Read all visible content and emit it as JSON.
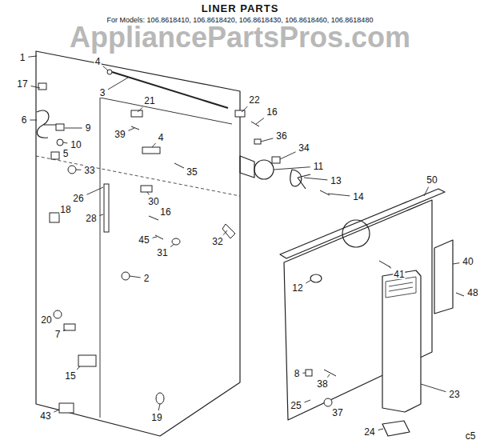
{
  "diagram": {
    "title": "LINER PARTS",
    "labels": [
      "For Models: 106.8618410, 106.8618420, 106.8618430, 106.8618460, 106.8618480",
      "AppliancePartsPros.com",
      "1",
      "17",
      "4",
      "3",
      "6",
      "9",
      "10",
      "39",
      "21",
      "22",
      "16",
      "36",
      "34",
      "11",
      "13",
      "14",
      "50",
      "5",
      "33",
      "4",
      "35",
      "26",
      "18",
      "30",
      "16",
      "28",
      "45",
      "31",
      "32",
      "40",
      "41",
      "48",
      "2",
      "12",
      "20",
      "7",
      "15",
      "8",
      "25",
      "38",
      "37",
      "23",
      "24",
      "43",
      "19",
      "c5"
    ]
  }
}
